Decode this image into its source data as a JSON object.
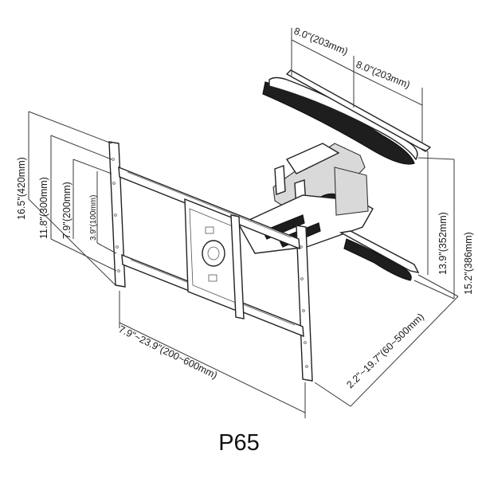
{
  "dimensions": {
    "width_left": "8.0\"(203mm)",
    "width_right": "8.0\"(203mm)",
    "height_420": "16.5\"(420mm)",
    "height_300": "11.8\"(300mm)",
    "height_200": "7.9\"(200mm)",
    "height_100": "3.9\"(100mm)",
    "horizontal_range": "7.9\"~23.9\"(200~600mm)",
    "extension": "2.2\"~19.7\"(60~500mm)",
    "height_352": "13.9\"(352mm)",
    "height_386": "15.2\"(386mm)"
  },
  "caption": "P65"
}
